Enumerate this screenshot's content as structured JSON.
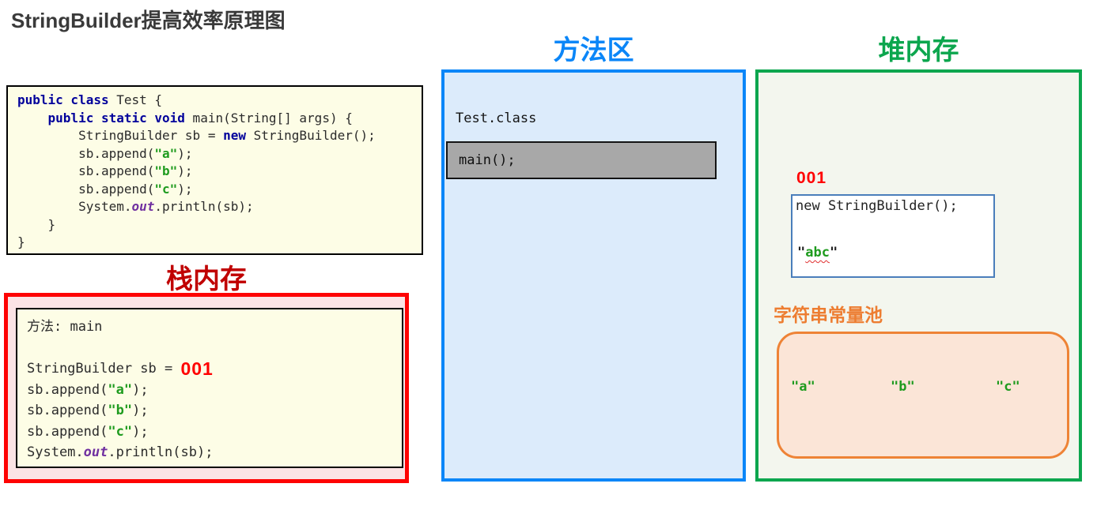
{
  "title": "StringBuilder提高效率原理图",
  "colors": {
    "stack_label": "#C00000",
    "stack_border": "#FE0202",
    "stack_background": "#FBE3E5",
    "method_area_accent": "#0B86F8",
    "method_area_background": "#DCEBFB",
    "heap_accent": "#0CA64E",
    "heap_background": "#F3F6EE",
    "pool_accent": "#ED7D31",
    "pool_background": "#FBE5D7",
    "code_background": "#FDFDE6",
    "keyword_blue": "#00009B",
    "string_green": "#1E9B1E",
    "address_red": "#FF0000",
    "method_entry_gray": "#A8A8A8",
    "object_box_border": "#4A7EBB"
  },
  "code_block": {
    "lines": [
      [
        {
          "t": "public class",
          "c": "kw"
        },
        {
          "t": " Test {",
          "c": "pl"
        }
      ],
      [
        {
          "t": "    ",
          "c": "pl"
        },
        {
          "t": "public static void",
          "c": "kw"
        },
        {
          "t": " main(String[] args) {",
          "c": "pl"
        }
      ],
      [
        {
          "t": "        StringBuilder sb = ",
          "c": "pl"
        },
        {
          "t": "new",
          "c": "kw"
        },
        {
          "t": " StringBuilder();",
          "c": "pl"
        }
      ],
      [
        {
          "t": "        sb.append(",
          "c": "pl"
        },
        {
          "t": "\"a\"",
          "c": "str"
        },
        {
          "t": ");",
          "c": "pl"
        }
      ],
      [
        {
          "t": "        sb.append(",
          "c": "pl"
        },
        {
          "t": "\"b\"",
          "c": "str"
        },
        {
          "t": ");",
          "c": "pl"
        }
      ],
      [
        {
          "t": "        sb.append(",
          "c": "pl"
        },
        {
          "t": "\"c\"",
          "c": "str"
        },
        {
          "t": ");",
          "c": "pl"
        }
      ],
      [
        {
          "t": "        System.",
          "c": "pl"
        },
        {
          "t": "out",
          "c": "out"
        },
        {
          "t": ".println(sb);",
          "c": "pl"
        }
      ],
      [
        {
          "t": "    }",
          "c": "pl"
        }
      ],
      [
        {
          "t": "}",
          "c": "pl"
        }
      ]
    ]
  },
  "stack": {
    "label": "栈内存",
    "frame_lines": [
      [
        {
          "t": "方法: main",
          "c": "pl"
        }
      ],
      [],
      [
        {
          "t": "StringBuilder sb = ",
          "c": "pl"
        },
        {
          "t": "001",
          "c": "addr"
        }
      ],
      [
        {
          "t": "sb.append(",
          "c": "pl"
        },
        {
          "t": "\"a\"",
          "c": "str"
        },
        {
          "t": ");",
          "c": "pl"
        }
      ],
      [
        {
          "t": "sb.append(",
          "c": "pl"
        },
        {
          "t": "\"b\"",
          "c": "str"
        },
        {
          "t": ");",
          "c": "pl"
        }
      ],
      [
        {
          "t": "sb.append(",
          "c": "pl"
        },
        {
          "t": "\"c\"",
          "c": "str"
        },
        {
          "t": ");",
          "c": "pl"
        }
      ],
      [
        {
          "t": "System.",
          "c": "pl"
        },
        {
          "t": "out",
          "c": "out"
        },
        {
          "t": ".println(sb);",
          "c": "pl"
        }
      ]
    ]
  },
  "method_area": {
    "label": "方法区",
    "class_file": "Test.class",
    "method_entry": "main();"
  },
  "heap": {
    "label": "堆内存",
    "object_address": "001",
    "object_line": "new StringBuilder();",
    "quote": "\"",
    "object_value": "abc",
    "pool": {
      "label": "字符串常量池",
      "strings": [
        "\"a\"",
        "\"b\"",
        "\"c\""
      ]
    }
  }
}
